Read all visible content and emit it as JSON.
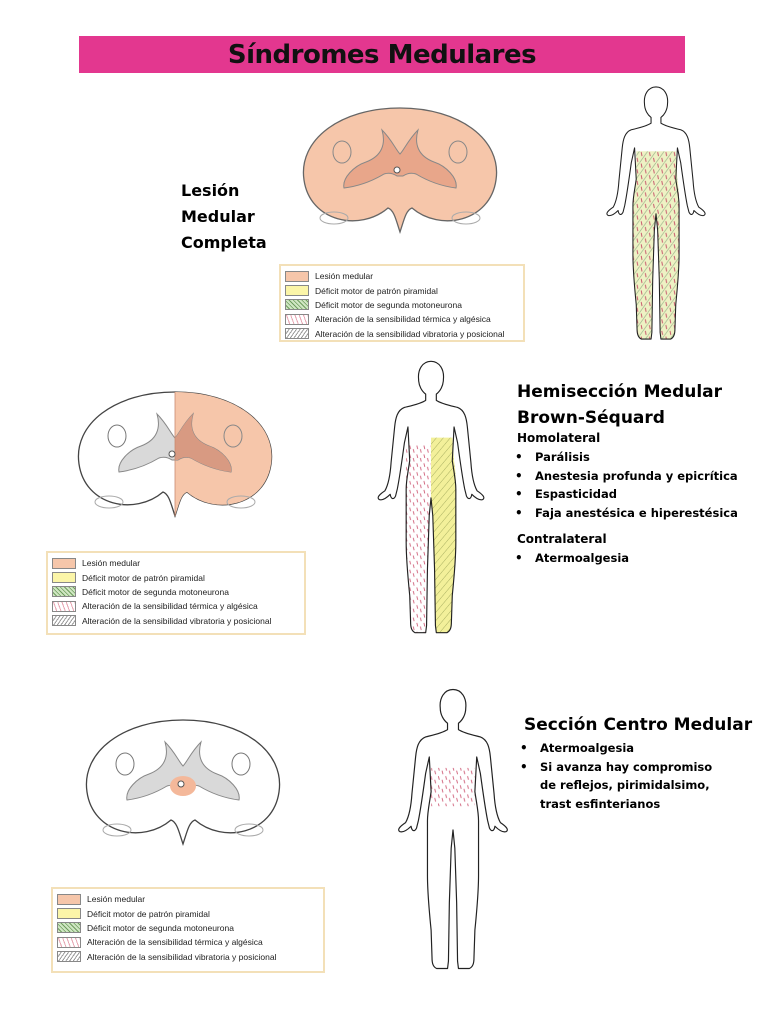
{
  "title": "Síndromes Medulares",
  "legend_items": [
    {
      "label": "Lesión medular",
      "pattern": "lesion"
    },
    {
      "label": "Déficit motor de patrón piramidal",
      "pattern": "piramidal"
    },
    {
      "label": "Déficit motor de segunda motoneurona",
      "pattern": "segunda"
    },
    {
      "label": "Alteración de la sensibilidad térmica y algésica",
      "pattern": "termica"
    },
    {
      "label": "Alteración de la sensibilidad vibratoria y posicional",
      "pattern": "vibratoria"
    }
  ],
  "colors": {
    "banner": "#e3378f",
    "lesion": "#f6c6aa",
    "piramidal": "#fbf5a8",
    "segunda": "#b8d8a8",
    "grey_matter": "#d9d9d9",
    "outline": "#555555"
  },
  "section1": {
    "title_lines": [
      "Lesión",
      "Medular",
      "Completa"
    ]
  },
  "section2": {
    "title_lines": [
      "Hemisección Medular",
      "Brown-Séquard"
    ],
    "homolateral_label": "Homolateral",
    "homolateral_items": [
      "Parálisis",
      "Anestesia profunda y epicrítica",
      "Espasticidad",
      "Faja anestésica e hiperestésica"
    ],
    "contralateral_label": "Contralateral",
    "contralateral_items": [
      "Atermoalgesia"
    ]
  },
  "section3": {
    "title": "Sección Centro Medular",
    "items": [
      "Atermoalgesia",
      "Si avanza hay compromiso de reflejos, pirimidalsimo, trast esfinterianos"
    ]
  }
}
